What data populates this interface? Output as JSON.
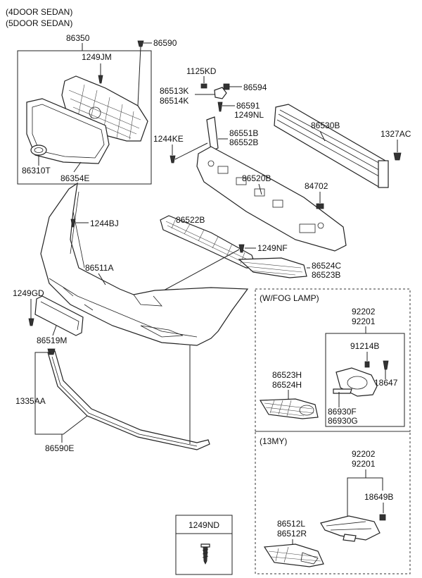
{
  "header": {
    "line1": "(4DOOR SEDAN)",
    "line2": "(5DOOR SEDAN)"
  },
  "labels": {
    "p86350": "86350",
    "p86590": "86590",
    "p1249JM": "1249JM",
    "p86310T": "86310T",
    "p86354E": "86354E",
    "p1125KD": "1125KD",
    "p86513K": "86513K",
    "p86514K": "86514K",
    "p86594": "86594",
    "p86591": "86591",
    "p1249NL": "1249NL",
    "p86530B": "86530B",
    "p1327AC": "1327AC",
    "p1244KE": "1244KE",
    "p86551B": "86551B",
    "p86552B": "86552B",
    "p86520B": "86520B",
    "p84702": "84702",
    "p1244BJ": "1244BJ",
    "p86522B": "86522B",
    "p1249NF": "1249NF",
    "p86511A": "86511A",
    "p86524C": "86524C",
    "p86523B": "86523B",
    "p1249GD": "1249GD",
    "p86519M": "86519M",
    "p1335AA": "1335AA",
    "p86590E": "86590E"
  },
  "fog_lamp_box": {
    "title": "(W/FOG LAMP)",
    "p92202": "92202",
    "p92201": "92201",
    "p91214B": "91214B",
    "p18647": "18647",
    "p86523H": "86523H",
    "p86524H": "86524H",
    "p86930F": "86930F",
    "p86930G": "86930G"
  },
  "my13_box": {
    "title": "(13MY)",
    "p92202": "92202",
    "p92201": "92201",
    "p18649B": "18649B",
    "p86512L": "86512L",
    "p86512R": "86512R"
  },
  "legend_box": {
    "label": "1249ND"
  }
}
